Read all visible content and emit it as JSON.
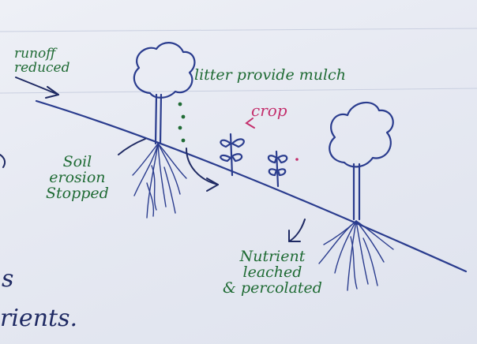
{
  "diagram": {
    "colors": {
      "paper": "#e6e9f2",
      "ink_blue": "#2a3c8e",
      "ink_green": "#1f6b34",
      "ink_pink": "#c4306d"
    },
    "labels": {
      "runoff": [
        "runoff",
        "reduced"
      ],
      "litter": "litter provide mulch",
      "crop": "crop",
      "soil": [
        "Soil",
        "erosion",
        "Stopped"
      ],
      "nutrient": [
        "Nutrient",
        "leached",
        "& percolated"
      ]
    },
    "fragments": {
      "left_s": "s",
      "left_nutrients": "rients."
    }
  }
}
